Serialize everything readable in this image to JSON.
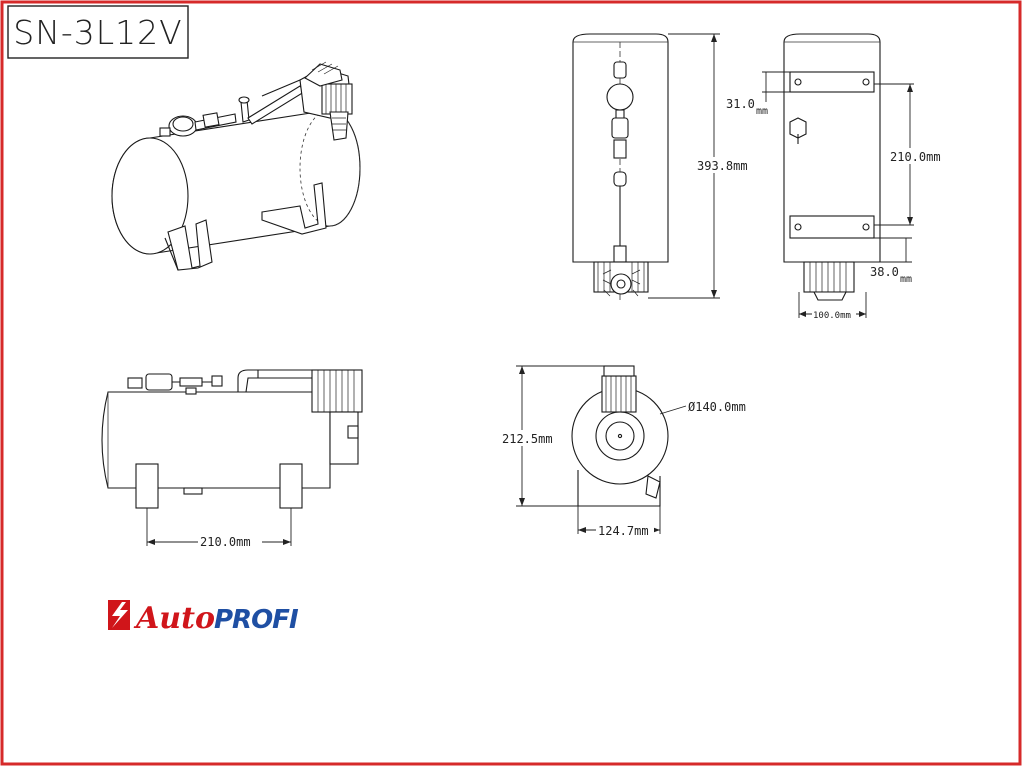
{
  "title": "SN-3L12V",
  "dimensions": {
    "height_total": "393.8mm",
    "bracket_top_offset_value": "31.0",
    "bracket_top_offset_unit": "mm",
    "bracket_spacing_side": "210.0mm",
    "bottom_offset_value": "38.0",
    "bottom_offset_unit": "mm",
    "bracket_width": "100.0mm",
    "foot_spacing": "210.0mm",
    "end_height": "212.5mm",
    "diameter": "Ø140.0mm",
    "base_width": "124.7mm"
  },
  "brand": {
    "name_part1": "Auto",
    "name_part2": "PROFI",
    "red": "#d0151a",
    "blue": "#1f4fa3"
  },
  "colors": {
    "frame": "#d62a2a"
  }
}
